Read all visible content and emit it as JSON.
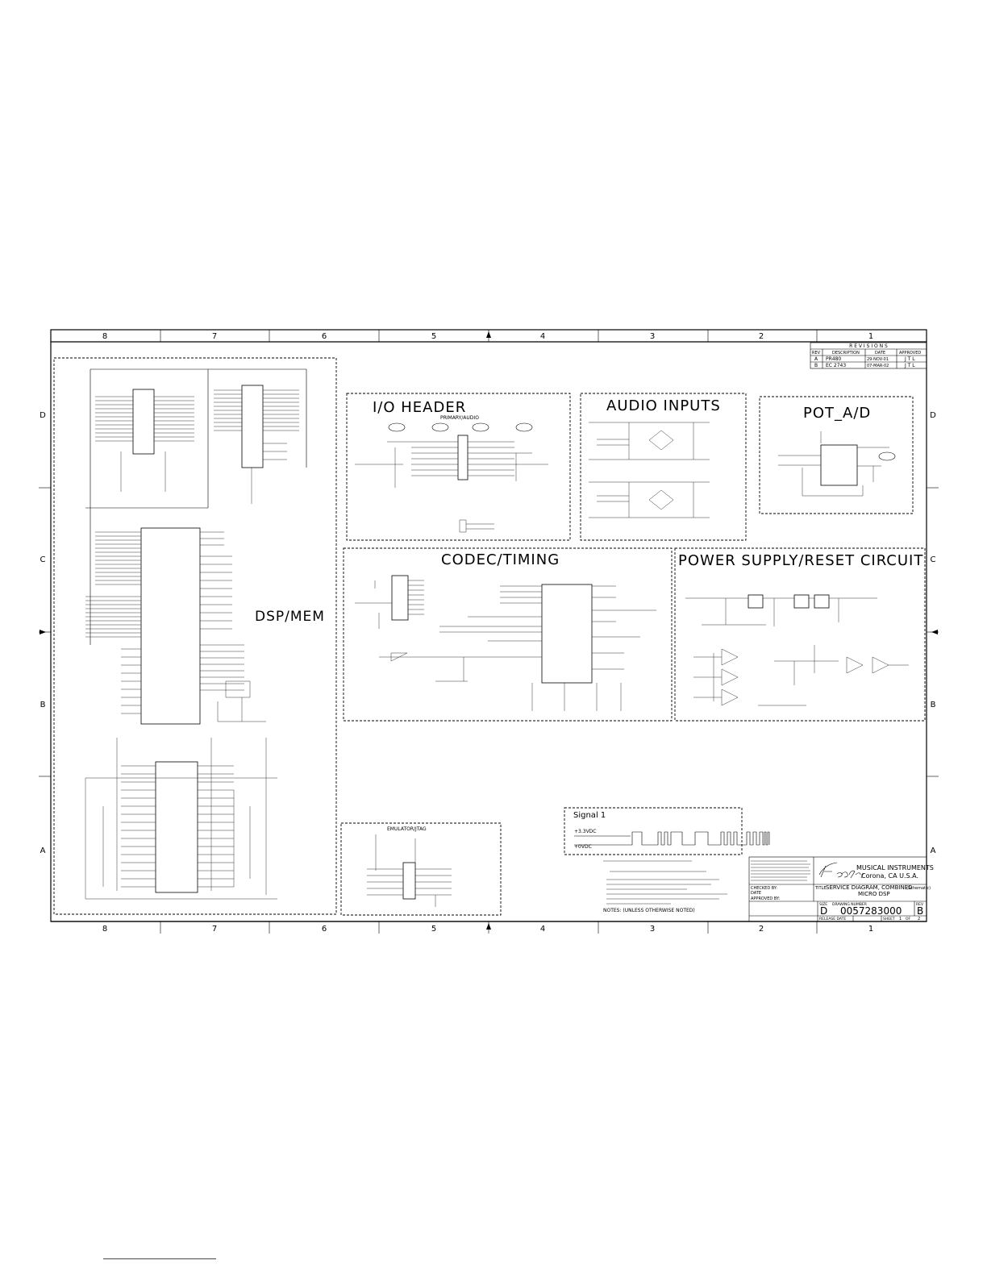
{
  "zones": {
    "columns": [
      "8",
      "7",
      "6",
      "5",
      "4",
      "3",
      "2",
      "1"
    ],
    "rows": [
      "D",
      "C",
      "B",
      "A"
    ]
  },
  "sections": {
    "dsp_mem": "DSP/MEM",
    "io_header": "I/O HEADER",
    "io_header_sub": "PRIMARY/AUDIO",
    "audio_inputs": "AUDIO INPUTS",
    "pot_ad": "POT_A/D",
    "codec_timing": "CODEC/TIMING",
    "power_supply": "POWER SUPPLY/RESET CIRCUIT",
    "emulator": "EMULATOR/JTAG"
  },
  "signal_box": {
    "title": "Signal 1",
    "high": "+3.3VDC",
    "low": "+0VDC"
  },
  "revisions": {
    "title": "R E V I S I O N S",
    "headers": [
      "REV",
      "DESCRIPTION",
      "DATE",
      "APPROVED"
    ],
    "rows": [
      {
        "rev": "A",
        "desc": "PR480",
        "date": "29-NOV-01",
        "approved": "J T L"
      },
      {
        "rev": "B",
        "desc": "EC 2743",
        "date": "07-MAR-02",
        "approved": "J T L"
      }
    ]
  },
  "title_block": {
    "company": "MUSICAL INSTRUMENTS",
    "location": "Corona,  CA   U.S.A.",
    "title_label": "TITLE",
    "title_line1": "SERVICE DIAGRAM, COMBINED",
    "title_line2": "MICRO DSP",
    "schematic_tag": "(Schematic)",
    "size_label": "SIZE",
    "size": "D",
    "drawing_number_label": "DRAWING NUMBER",
    "drawing_number": "0057283000",
    "rev_label": "REV",
    "rev": "B",
    "checked_by": "CHECKED BY:",
    "approved_by": "APPROVED BY:",
    "date_label": "DATE",
    "release_date_label": "RELEASE DATE",
    "sheet_label": "SHEET",
    "sheet": "1",
    "of_label": "OF",
    "sheet_total": "2"
  },
  "notes_label": "NOTES: (UNLESS OTHERWISE NOTED)",
  "colors": {
    "ink": "#000000",
    "paper": "#ffffff",
    "link_underline": "#2b3dbd"
  }
}
